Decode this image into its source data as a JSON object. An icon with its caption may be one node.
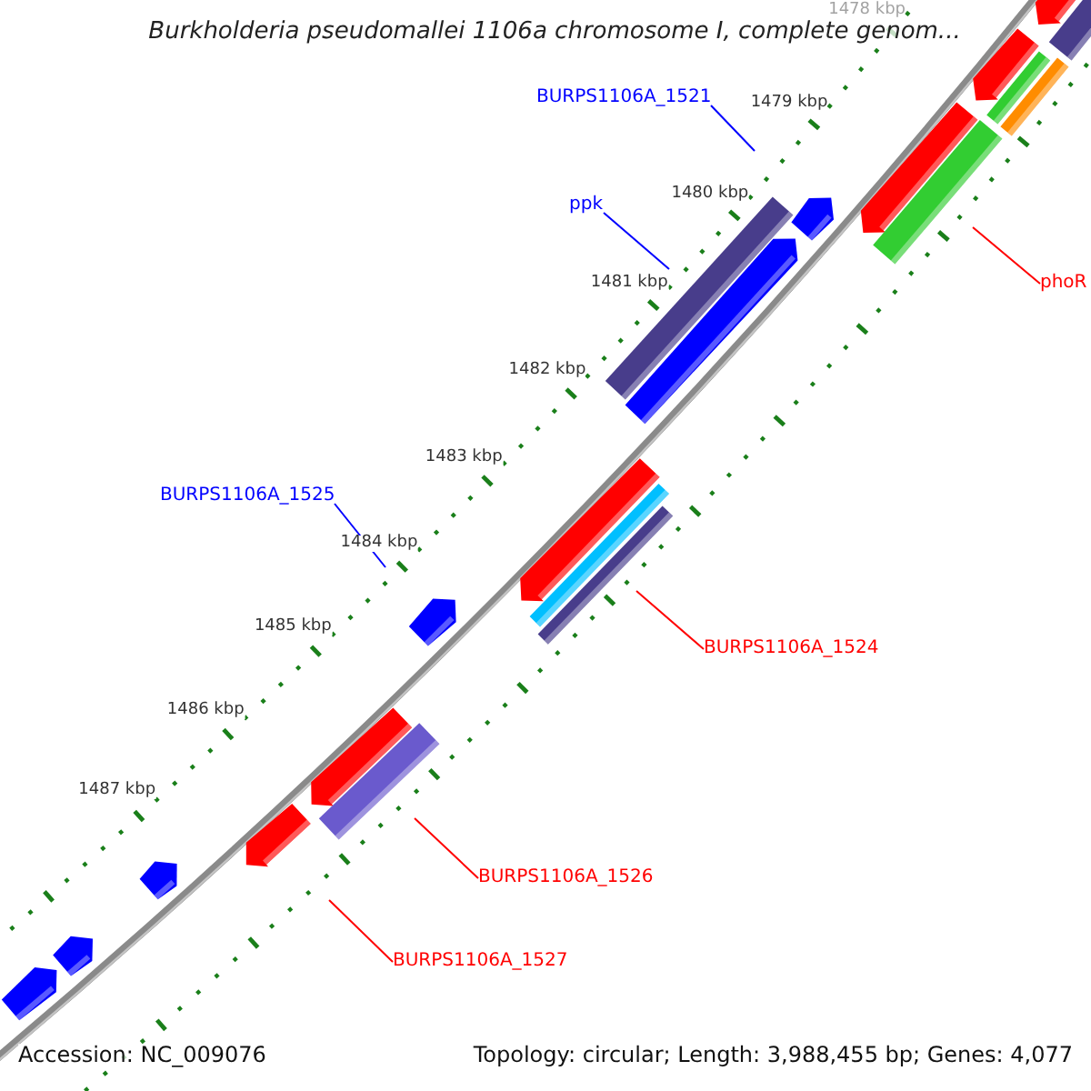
{
  "diagram": {
    "title": "Burkholderia pseudomallei 1106a chromosome I, complete genom...",
    "nodes": [
      {
        "text": [
          "BURPS1106A_1521"
        ]
      },
      {
        "text": [
          "ppk"
        ]
      },
      {
        "text": [
          "phoR"
        ]
      },
      {
        "text": [
          "BURPS1106A_1525"
        ]
      },
      {
        "text": [
          "BURPS1106A_1524"
        ]
      },
      {
        "text": [
          "BURPS1106A_1526"
        ]
      },
      {
        "text": [
          "BURPS1106A_1527"
        ]
      }
    ],
    "edges": [
      {
        "from": 0,
        "to": null,
        "arrow": "none",
        "color": "#0000ff"
      },
      {
        "from": 1,
        "to": null,
        "arrow": "none",
        "color": "#0000ff"
      },
      {
        "from": 2,
        "to": null,
        "arrow": "none"
      },
      {
        "from": 3,
        "to": null,
        "arrow": "none",
        "color": "#0000ff"
      },
      {
        "from": 4,
        "to": null,
        "arrow": "none"
      },
      {
        "from": 5,
        "to": null,
        "arrow": "none"
      },
      {
        "from": 6,
        "to": null,
        "arrow": "none"
      }
    ],
    "labels": [
      "1478 kbp",
      "1479 kbp",
      "1480 kbp",
      "1481 kbp",
      "1482 kbp",
      "1483 kbp",
      "1484 kbp",
      "1485 kbp",
      "1486 kbp",
      "1487 kbp",
      "Accession: NC_009076",
      "Topology: circular; Length: 3,988,455 bp; Genes: 4,077"
    ]
  }
}
